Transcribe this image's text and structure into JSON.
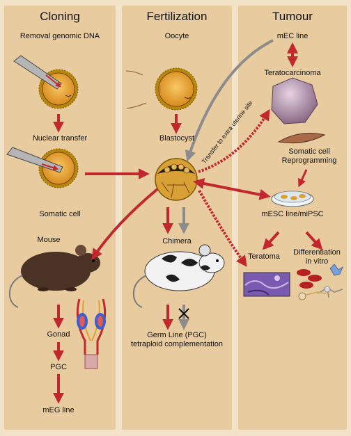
{
  "columns": {
    "cloning": {
      "title": "Cloning",
      "removal": "Removal genomic DNA",
      "nuclear_transfer": "Nuclear transfer",
      "somatic_cell": "Somatic cell",
      "mouse": "Mouse",
      "gonad": "Gonad",
      "pgc": "PGC",
      "meg_line": "mEG line"
    },
    "fertilization": {
      "title": "Fertilization",
      "oocyte": "Oocyte",
      "blastocyst": "Blastocyst",
      "chimera": "Chimera",
      "germ_line_1": "Germ Line (PGC)",
      "germ_line_2": "tetraploid complementation"
    },
    "tumour": {
      "title": "Tumour",
      "mec_line": "mEC line",
      "teratocarcinoma": "Teratocarcinoma",
      "transfer_note": "Transfer to extra uterine site",
      "somatic_1": "Somatic cell",
      "somatic_2": "Reprogramming",
      "mesc_line": "mESC line/miPSC",
      "teratoma": "Teratoma",
      "diff_1": "Differentiation",
      "diff_2": "in vitro"
    }
  },
  "colors": {
    "panel": "#e9cba0",
    "background": "#f3e3c8",
    "red_arrow": "#c1272d",
    "gray_arrow": "#8c8c8c",
    "oocyte": "#e9a53a"
  }
}
